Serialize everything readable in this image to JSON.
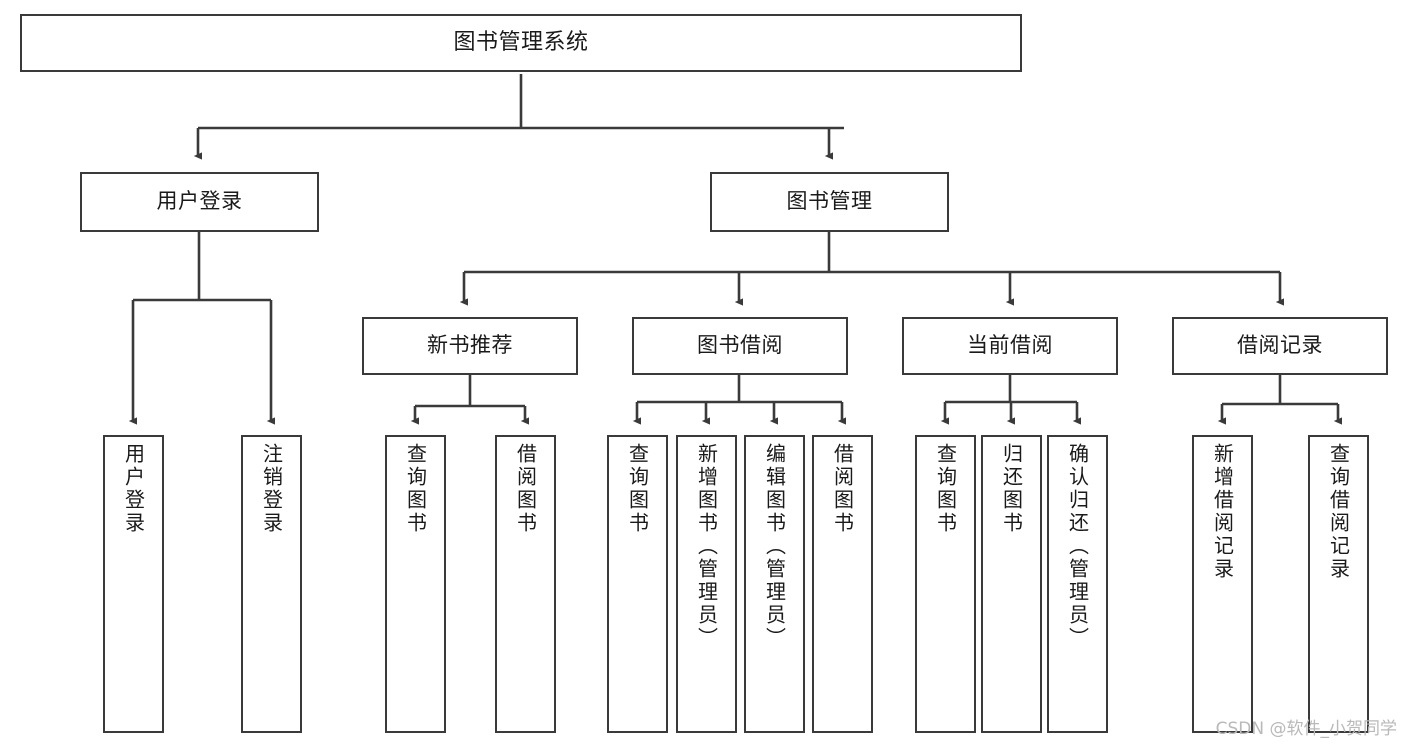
{
  "diagram": {
    "title": "图书管理系统",
    "type": "tree-hierarchy",
    "watermark": "CSDN @软件_小贺同学",
    "colors": {
      "box_border": "#3a3a3a",
      "box_fill": "#ffffff",
      "edge": "#3a3a3a",
      "text": "#1a1a1a",
      "watermark": "#b9b9b9",
      "background": "#ffffff"
    },
    "levels": {
      "root": {
        "label": "图书管理系统"
      },
      "level2": [
        {
          "id": "user-login",
          "label": "用户登录"
        },
        {
          "id": "book-management",
          "label": "图书管理"
        }
      ],
      "level3": [
        {
          "id": "new-book-recommend",
          "label": "新书推荐"
        },
        {
          "id": "book-borrow",
          "label": "图书借阅"
        },
        {
          "id": "current-borrow",
          "label": "当前借阅"
        },
        {
          "id": "borrow-record",
          "label": "借阅记录"
        }
      ],
      "leaves": [
        {
          "id": "leaf-user-login",
          "label": "用户登录",
          "parent": "user-login"
        },
        {
          "id": "leaf-logout-login",
          "label": "注销登录",
          "parent": "user-login"
        },
        {
          "id": "leaf-query-book-1",
          "label": "查询图书",
          "parent": "new-book-recommend"
        },
        {
          "id": "leaf-borrow-book-1",
          "label": "借阅图书",
          "parent": "new-book-recommend"
        },
        {
          "id": "leaf-query-book-2",
          "label": "查询图书",
          "parent": "book-borrow"
        },
        {
          "id": "leaf-add-book",
          "label": "新增图书（管理员）",
          "parent": "book-borrow"
        },
        {
          "id": "leaf-edit-book",
          "label": "编辑图书（管理员）",
          "parent": "book-borrow"
        },
        {
          "id": "leaf-borrow-book-2",
          "label": "借阅图书",
          "parent": "book-borrow"
        },
        {
          "id": "leaf-query-book-3",
          "label": "查询图书",
          "parent": "current-borrow"
        },
        {
          "id": "leaf-return-book",
          "label": "归还图书",
          "parent": "current-borrow"
        },
        {
          "id": "leaf-confirm-return",
          "label": "确认归还（管理员）",
          "parent": "current-borrow"
        },
        {
          "id": "leaf-add-record",
          "label": "新增借阅记录",
          "parent": "borrow-record"
        },
        {
          "id": "leaf-query-record",
          "label": "查询借阅记录",
          "parent": "borrow-record"
        }
      ]
    }
  }
}
